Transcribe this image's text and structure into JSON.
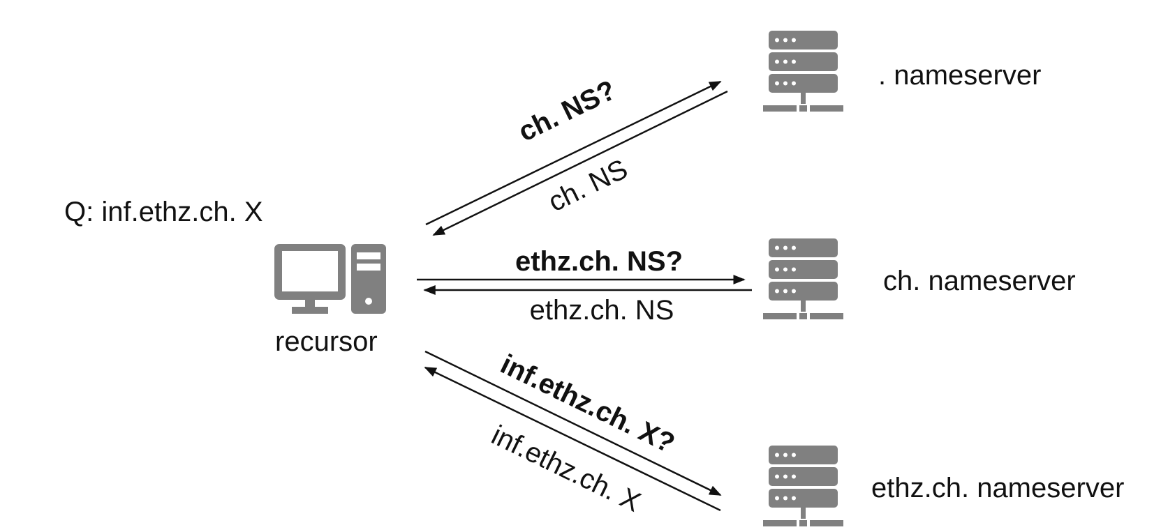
{
  "query": "Q: inf.ethz.ch. X",
  "recursor": {
    "label": "recursor",
    "icon": "desktop-computer-icon"
  },
  "nameservers": [
    {
      "label": ". nameserver",
      "icon": "server-rack-icon"
    },
    {
      "label": "ch. nameserver",
      "icon": "server-rack-icon"
    },
    {
      "label": "ethz.ch. nameserver",
      "icon": "server-rack-icon"
    }
  ],
  "exchanges": [
    {
      "request": "ch. NS?",
      "response": "ch. NS"
    },
    {
      "request": "ethz.ch. NS?",
      "response": "ethz.ch. NS"
    },
    {
      "request": "inf.ethz.ch. X?",
      "response": "inf.ethz.ch. X"
    }
  ],
  "colors": {
    "icon": "#808080",
    "arrow": "#111111",
    "text": "#111111"
  }
}
